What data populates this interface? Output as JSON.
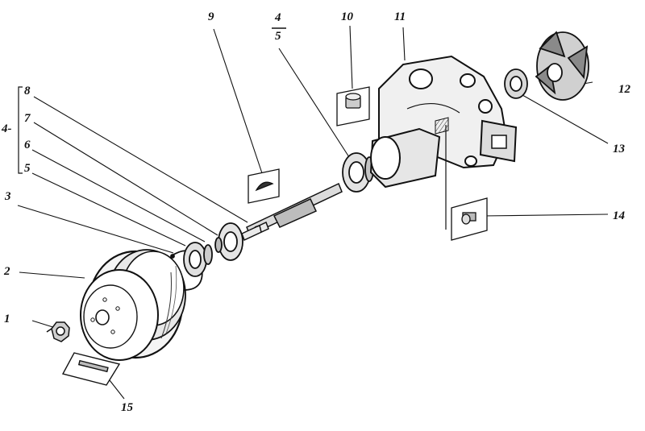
{
  "labels": {
    "l1": "1",
    "l2": "2",
    "l3": "3",
    "l4": "4",
    "l5": "5",
    "l6": "6",
    "l7": "7",
    "l8": "8",
    "l9": "9",
    "l10": "10",
    "l11": "11",
    "l12": "12",
    "l13": "13",
    "l14": "14",
    "l15": "15",
    "frac_top": "4",
    "frac_bottom": "5",
    "group_prefix": "4-"
  },
  "colors": {
    "ink": "#111111",
    "paper": "#ffffff",
    "shade": "#555555"
  }
}
